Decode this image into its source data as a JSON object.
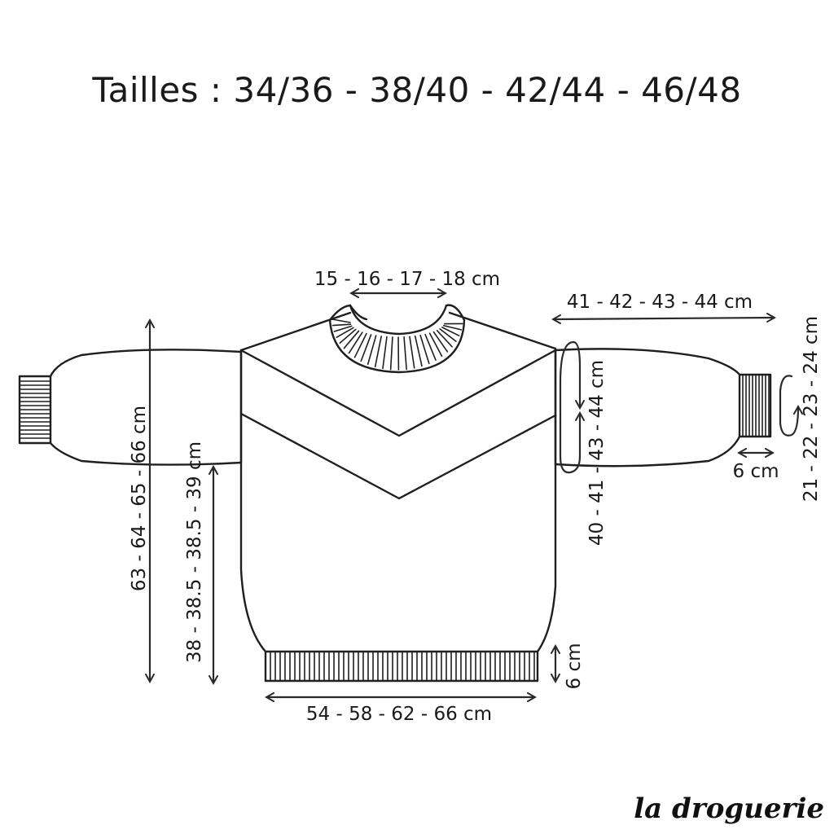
{
  "title": "Tailles : 34/36 - 38/40 - 42/44 - 46/48",
  "measurements": {
    "neck_width": "15 - 16 - 17 - 18 cm",
    "sleeve_length": "41 - 42 - 43 - 44 cm",
    "upper_arm": "40 - 41 - 43 - 44 cm",
    "wrist": "21 - 22 - 23 - 24 cm",
    "cuff": "6 cm",
    "total_length": "63 - 64 - 65 - 66 cm",
    "body_length": "38 - 38.5 - 38.5 - 39 cm",
    "hem_rib": "6 cm",
    "body_width": "54 - 58 - 62 - 66 cm"
  },
  "brand": "la droguerie"
}
